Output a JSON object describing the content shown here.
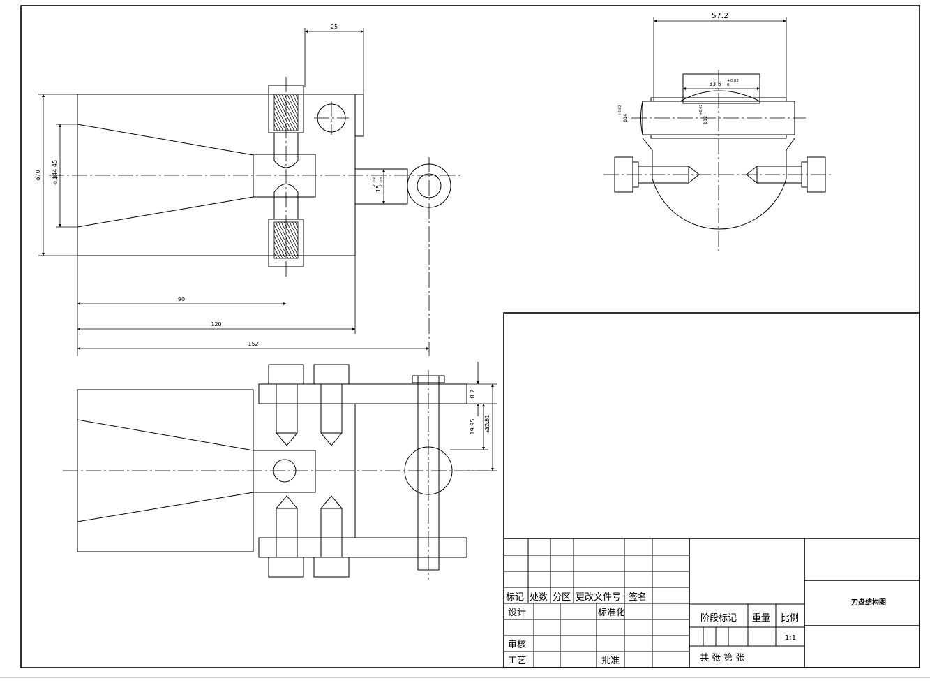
{
  "drawing": {
    "dimensions": {
      "d25": "25",
      "d57_2": "57.2",
      "d33_5": "33.5",
      "d33_5_tol": "+0.02",
      "d33_5_tol2": "0",
      "phi70": "ϕ70",
      "phi44": "ϕ44.45",
      "phi44_tol": "-0.03",
      "d15": "15",
      "d15_tol1": "-0.02",
      "d15_tol2": "-0.03",
      "phi14": "ϕ14",
      "phi14_tol": "+0.02",
      "phi12": "ϕ12",
      "phi12_tol": "+0.02",
      "d90": "90",
      "d120": "120",
      "d152": "152",
      "d8_2": "8.2",
      "d19_95": "19.95",
      "d37_51": "37.51",
      "d37_51_tol": "±0.02"
    }
  },
  "title_block": {
    "h_mark": "标记",
    "h_count": "处数",
    "h_zone": "分区",
    "h_docno": "更改文件号",
    "h_sign": "签名",
    "design": "设计",
    "standardize": "标准化",
    "review": "审核",
    "process": "工艺",
    "approve": "批准",
    "stage_mark": "阶段标记",
    "weight": "重量",
    "scale": "比例",
    "scale_value": "1:1",
    "sheets": "共 张 第 张",
    "title": "刀盘结构图"
  }
}
